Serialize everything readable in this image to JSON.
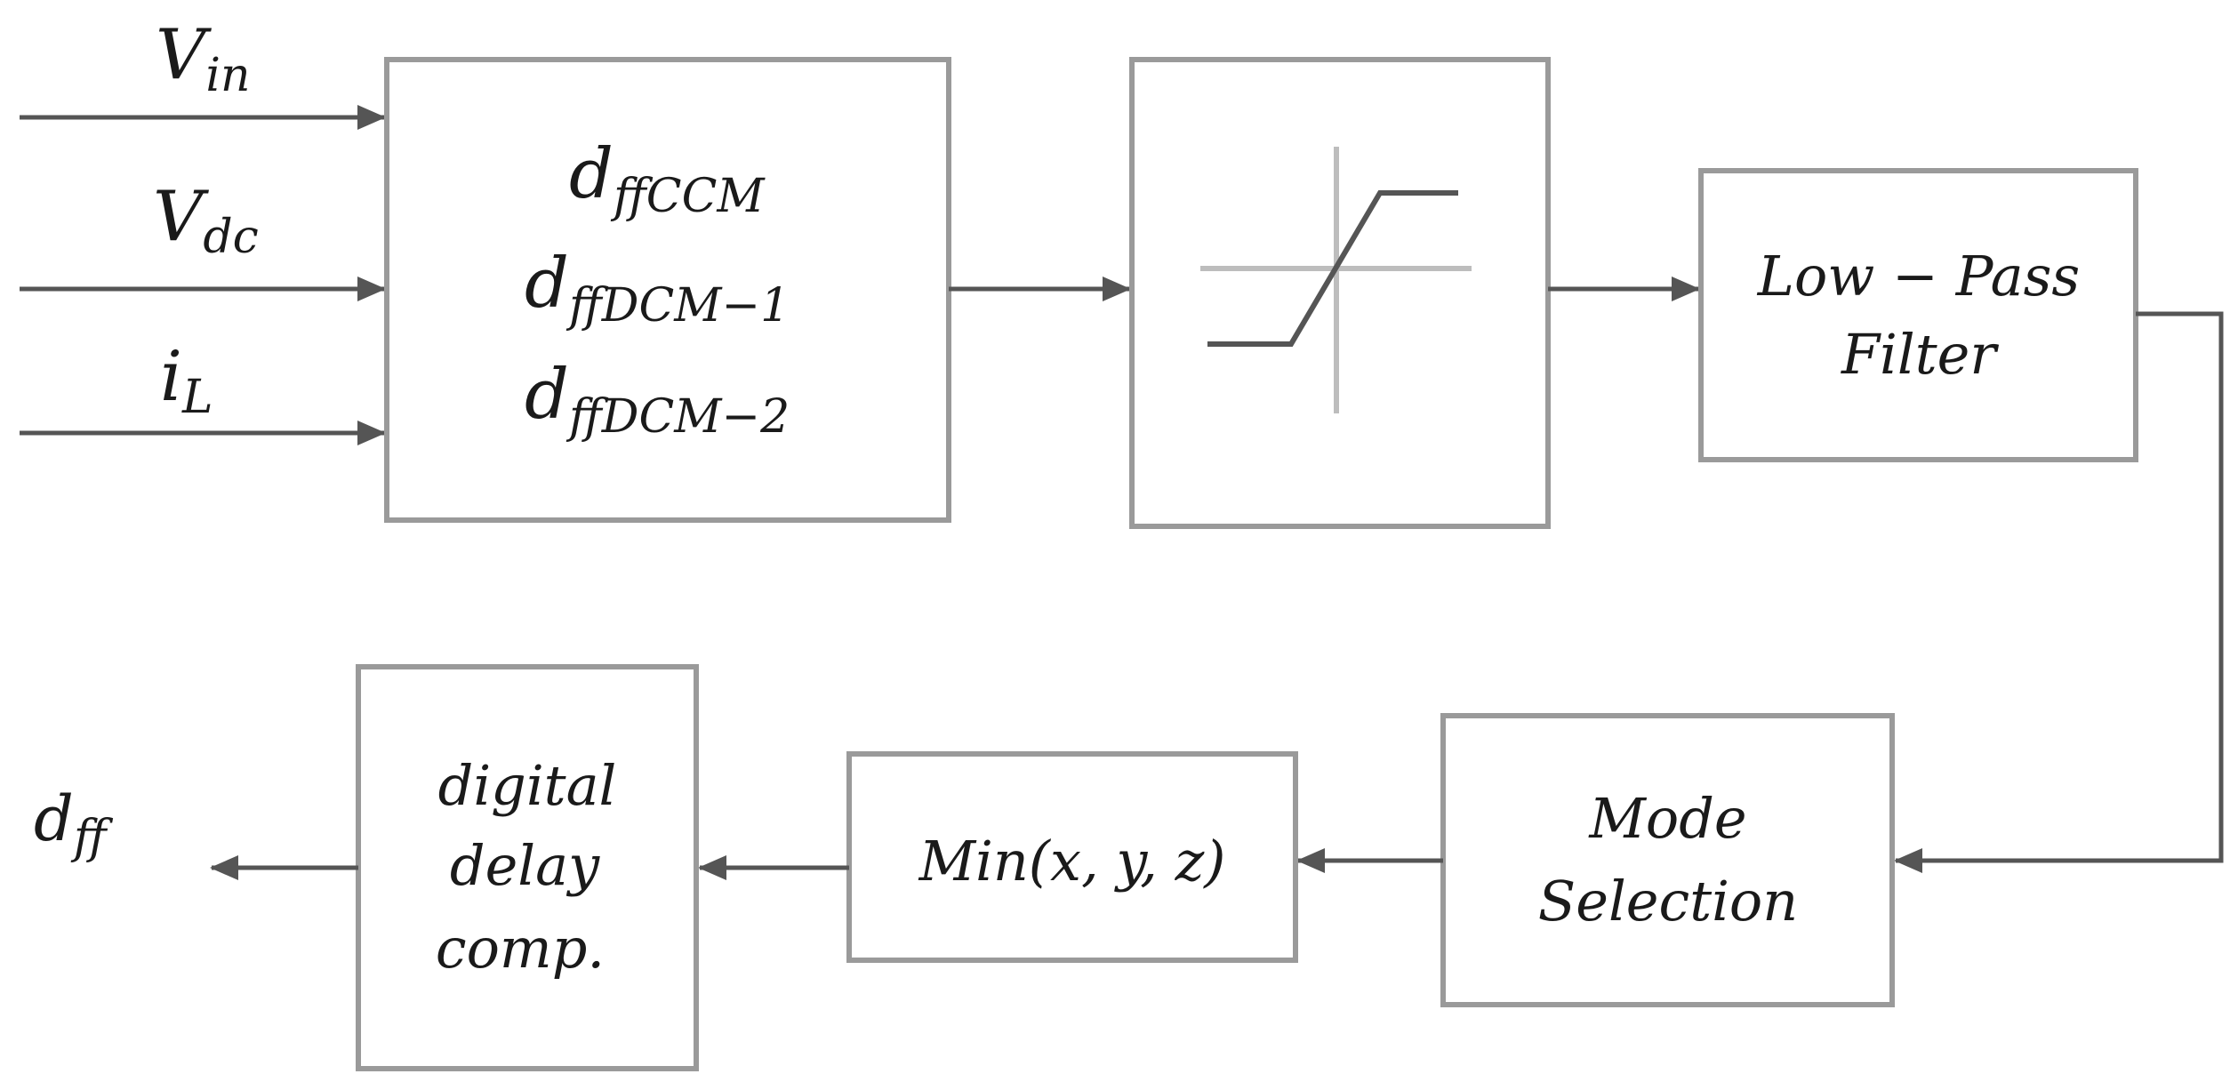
{
  "inputs": {
    "vin": {
      "base": "V",
      "sub": "in"
    },
    "vdc": {
      "base": "V",
      "sub": "dc"
    },
    "il": {
      "base": "i",
      "sub": "L"
    }
  },
  "feedforward_block": {
    "line1": {
      "base": "d",
      "sub": "ffCCM"
    },
    "line2": {
      "base": "d",
      "sub": "ffDCM−1"
    },
    "line3": {
      "base": "d",
      "sub": "ffDCM−2"
    }
  },
  "lowpass_block": {
    "line1": "Low − Pass",
    "line2": "Filter"
  },
  "mode_block": {
    "line1": "Mode",
    "line2": "Selection"
  },
  "min_block": {
    "label": "Min(x, y, z)"
  },
  "delay_block": {
    "line1": "digital",
    "line2": "delay",
    "line3": "comp."
  },
  "output": {
    "base": "d",
    "sub": "ff"
  },
  "colors": {
    "block_border": "#9a9a9a",
    "wire": "#555555",
    "axis": "#bdbdbd"
  }
}
